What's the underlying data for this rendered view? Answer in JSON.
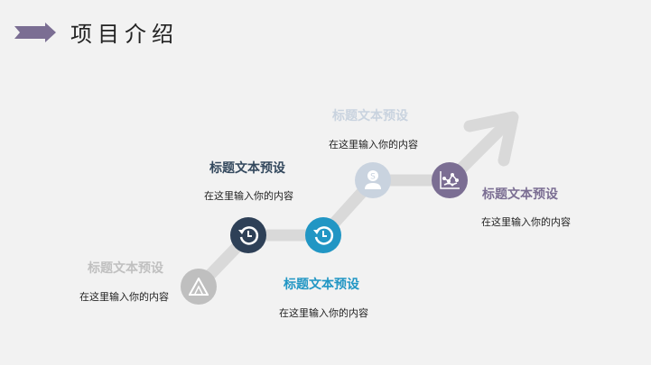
{
  "header": {
    "title": "项目介绍",
    "arrow_color": "#7b6e93"
  },
  "steps": [
    {
      "title": "标题文本预设",
      "desc": "在这里输入你的内容",
      "color": "#bfbfbf",
      "icon": "triangle-icon"
    },
    {
      "title": "标题文本预设",
      "desc": "在这里输入你的内容",
      "color": "#2e4057",
      "icon": "history-icon"
    },
    {
      "title": "标题文本预设",
      "desc": "在这里输入你的内容",
      "color": "#2196c4",
      "icon": "history-icon"
    },
    {
      "title": "标题文本预设",
      "desc": "在这里输入你的内容",
      "color": "#c9d3df",
      "icon": "money-person-icon"
    },
    {
      "title": "标题文本预设",
      "desc": "在这里输入你的内容",
      "color": "#7b6e93",
      "icon": "line-chart-icon"
    }
  ]
}
